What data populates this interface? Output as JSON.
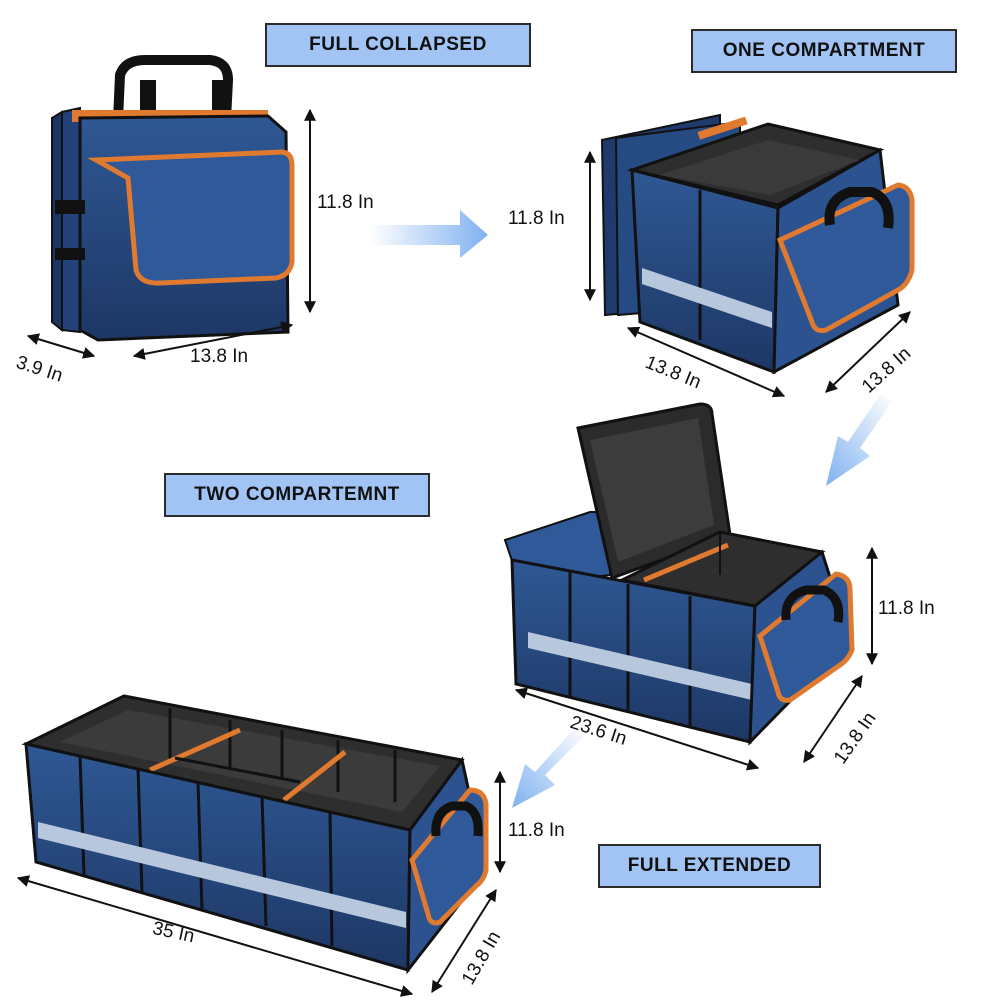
{
  "labels": {
    "full_collapsed": "FULL COLLAPSED",
    "one_compartment": "ONE COMPARTMENT",
    "two_compartment": "TWO COMPARTEMNT",
    "full_extended": "FULL EXTENDED"
  },
  "dimensions": {
    "collapsed_height": "11.8 In",
    "collapsed_depth": "3.9 In",
    "collapsed_width": "13.8 In",
    "one_height": "11.8 In",
    "one_width": "13.8 In",
    "one_depth": "13.8 In",
    "two_height": "11.8 In",
    "two_width": "23.6 In",
    "two_depth": "13.8 In",
    "full_height": "11.8 In",
    "full_width": "35 In",
    "full_depth": "13.8 In"
  },
  "colors": {
    "label_fill": "#a2c4f5",
    "bag_blue": "#2a4d86",
    "bag_dark": "#1c3563",
    "trim_orange": "#e07a2e",
    "interior": "#2e2e2e",
    "arrow_blue": "#7fb1f0"
  }
}
